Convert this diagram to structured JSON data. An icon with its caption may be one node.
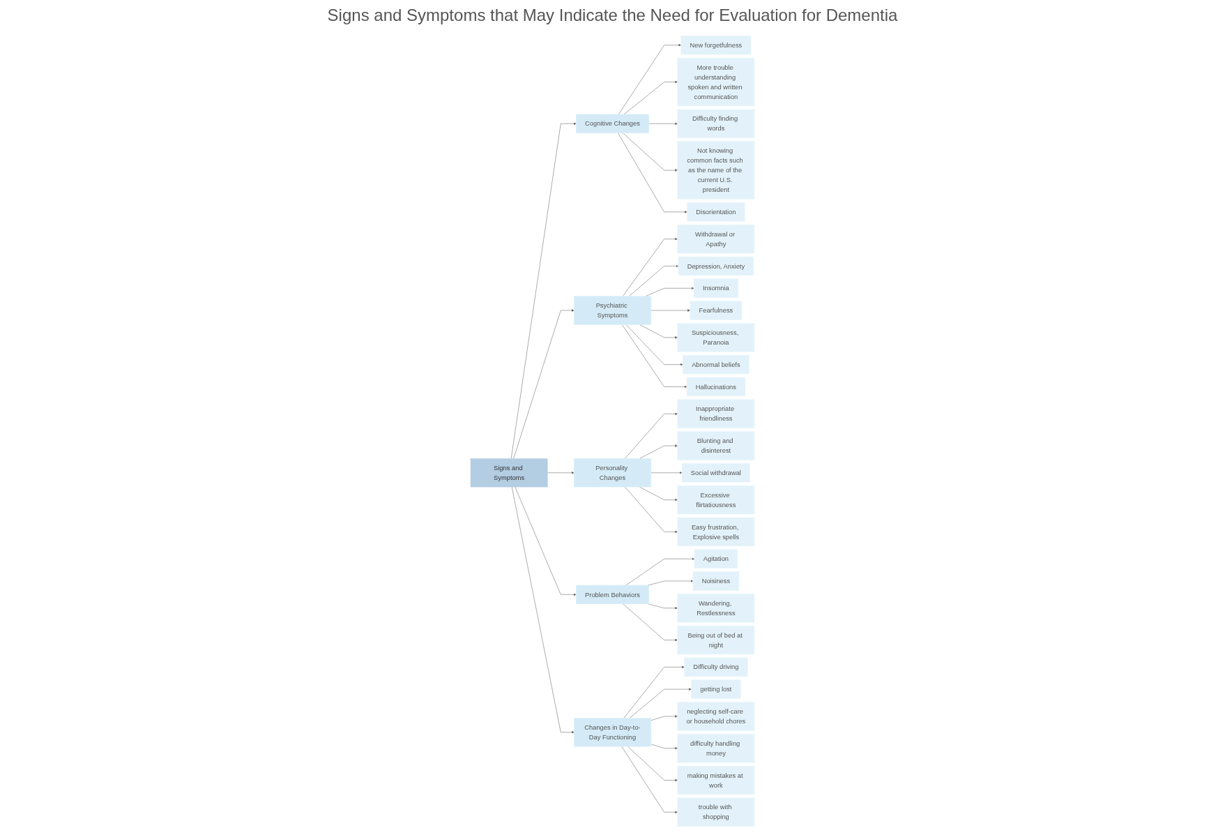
{
  "diagram": {
    "title": "Signs and Symptoms that May Indicate the Need for Evaluation for Dementia",
    "nodes": [
      {
        "text": [
          "Signs and Symptoms"
        ]
      },
      {
        "text": [
          "Cognitive Changes"
        ]
      },
      {
        "text": [
          "New forgetfulness"
        ]
      },
      {
        "text": [
          "More trouble understanding spoken and written communication"
        ]
      },
      {
        "text": [
          "Difficulty finding words"
        ]
      },
      {
        "text": [
          "Not knowing common facts such as the name of the current U.S. president"
        ]
      },
      {
        "text": [
          "Disorientation"
        ]
      },
      {
        "text": [
          "Psychiatric Symptoms"
        ]
      },
      {
        "text": [
          "Withdrawal or Apathy"
        ]
      },
      {
        "text": [
          "Depression, Anxiety"
        ]
      },
      {
        "text": [
          "Insomnia"
        ]
      },
      {
        "text": [
          "Fearfulness"
        ]
      },
      {
        "text": [
          "Suspiciousness, Paranoia"
        ]
      },
      {
        "text": [
          "Abnormal beliefs"
        ]
      },
      {
        "text": [
          "Hallucinations"
        ]
      },
      {
        "text": [
          "Personality Changes"
        ]
      },
      {
        "text": [
          "Inappropriate friendliness"
        ]
      },
      {
        "text": [
          "Blunting and disinterest"
        ]
      },
      {
        "text": [
          "Social withdrawal"
        ]
      },
      {
        "text": [
          "Excessive flirtatiousness"
        ]
      },
      {
        "text": [
          "Easy frustration, Explosive spells"
        ]
      },
      {
        "text": [
          "Problem Behaviors"
        ]
      },
      {
        "text": [
          "Agitation"
        ]
      },
      {
        "text": [
          "Noisiness"
        ]
      },
      {
        "text": [
          "Wandering, Restlessness"
        ]
      },
      {
        "text": [
          "Being out of bed at night"
        ]
      },
      {
        "text": [
          "Changes in Day-to-Day Functioning"
        ]
      },
      {
        "text": [
          "Difficulty driving"
        ]
      },
      {
        "text": [
          "getting lost"
        ]
      },
      {
        "text": [
          "neglecting self-care or household chores"
        ]
      },
      {
        "text": [
          "difficulty handling money"
        ]
      },
      {
        "text": [
          "making mistakes at work"
        ]
      },
      {
        "text": [
          "trouble with shopping"
        ]
      }
    ],
    "edges": [
      {
        "from": 0,
        "to": 1,
        "arrow": "to"
      },
      {
        "from": 1,
        "to": 2,
        "arrow": "to"
      },
      {
        "from": 1,
        "to": 3,
        "arrow": "to"
      },
      {
        "from": 1,
        "to": 4,
        "arrow": "to"
      },
      {
        "from": 1,
        "to": 5,
        "arrow": "to"
      },
      {
        "from": 1,
        "to": 6,
        "arrow": "to"
      },
      {
        "from": 0,
        "to": 7,
        "arrow": "to"
      },
      {
        "from": 7,
        "to": 8,
        "arrow": "to"
      },
      {
        "from": 7,
        "to": 9,
        "arrow": "to"
      },
      {
        "from": 7,
        "to": 10,
        "arrow": "to"
      },
      {
        "from": 7,
        "to": 11,
        "arrow": "to"
      },
      {
        "from": 7,
        "to": 12,
        "arrow": "to"
      },
      {
        "from": 7,
        "to": 13,
        "arrow": "to"
      },
      {
        "from": 7,
        "to": 14,
        "arrow": "to"
      },
      {
        "from": 0,
        "to": 15,
        "arrow": "to"
      },
      {
        "from": 15,
        "to": 16,
        "arrow": "to"
      },
      {
        "from": 15,
        "to": 17,
        "arrow": "to"
      },
      {
        "from": 15,
        "to": 18,
        "arrow": "to"
      },
      {
        "from": 15,
        "to": 19,
        "arrow": "to"
      },
      {
        "from": 15,
        "to": 20,
        "arrow": "to"
      },
      {
        "from": 0,
        "to": 21,
        "arrow": "to"
      },
      {
        "from": 21,
        "to": 22,
        "arrow": "to"
      },
      {
        "from": 21,
        "to": 23,
        "arrow": "to"
      },
      {
        "from": 21,
        "to": 24,
        "arrow": "to"
      },
      {
        "from": 21,
        "to": 25,
        "arrow": "to"
      },
      {
        "from": 0,
        "to": 26,
        "arrow": "to"
      },
      {
        "from": 26,
        "to": 27,
        "arrow": "to"
      },
      {
        "from": 26,
        "to": 28,
        "arrow": "to"
      },
      {
        "from": 26,
        "to": 29,
        "arrow": "to"
      },
      {
        "from": 26,
        "to": 30,
        "arrow": "to"
      },
      {
        "from": 26,
        "to": 31,
        "arrow": "to"
      },
      {
        "from": 26,
        "to": 32,
        "arrow": "to"
      }
    ]
  }
}
